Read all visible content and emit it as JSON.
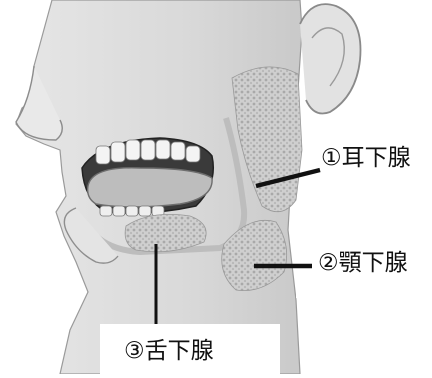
{
  "figure": {
    "labels": {
      "parotid": "①耳下腺",
      "submandibular": "②顎下腺",
      "sublingual": "③舌下腺"
    }
  }
}
